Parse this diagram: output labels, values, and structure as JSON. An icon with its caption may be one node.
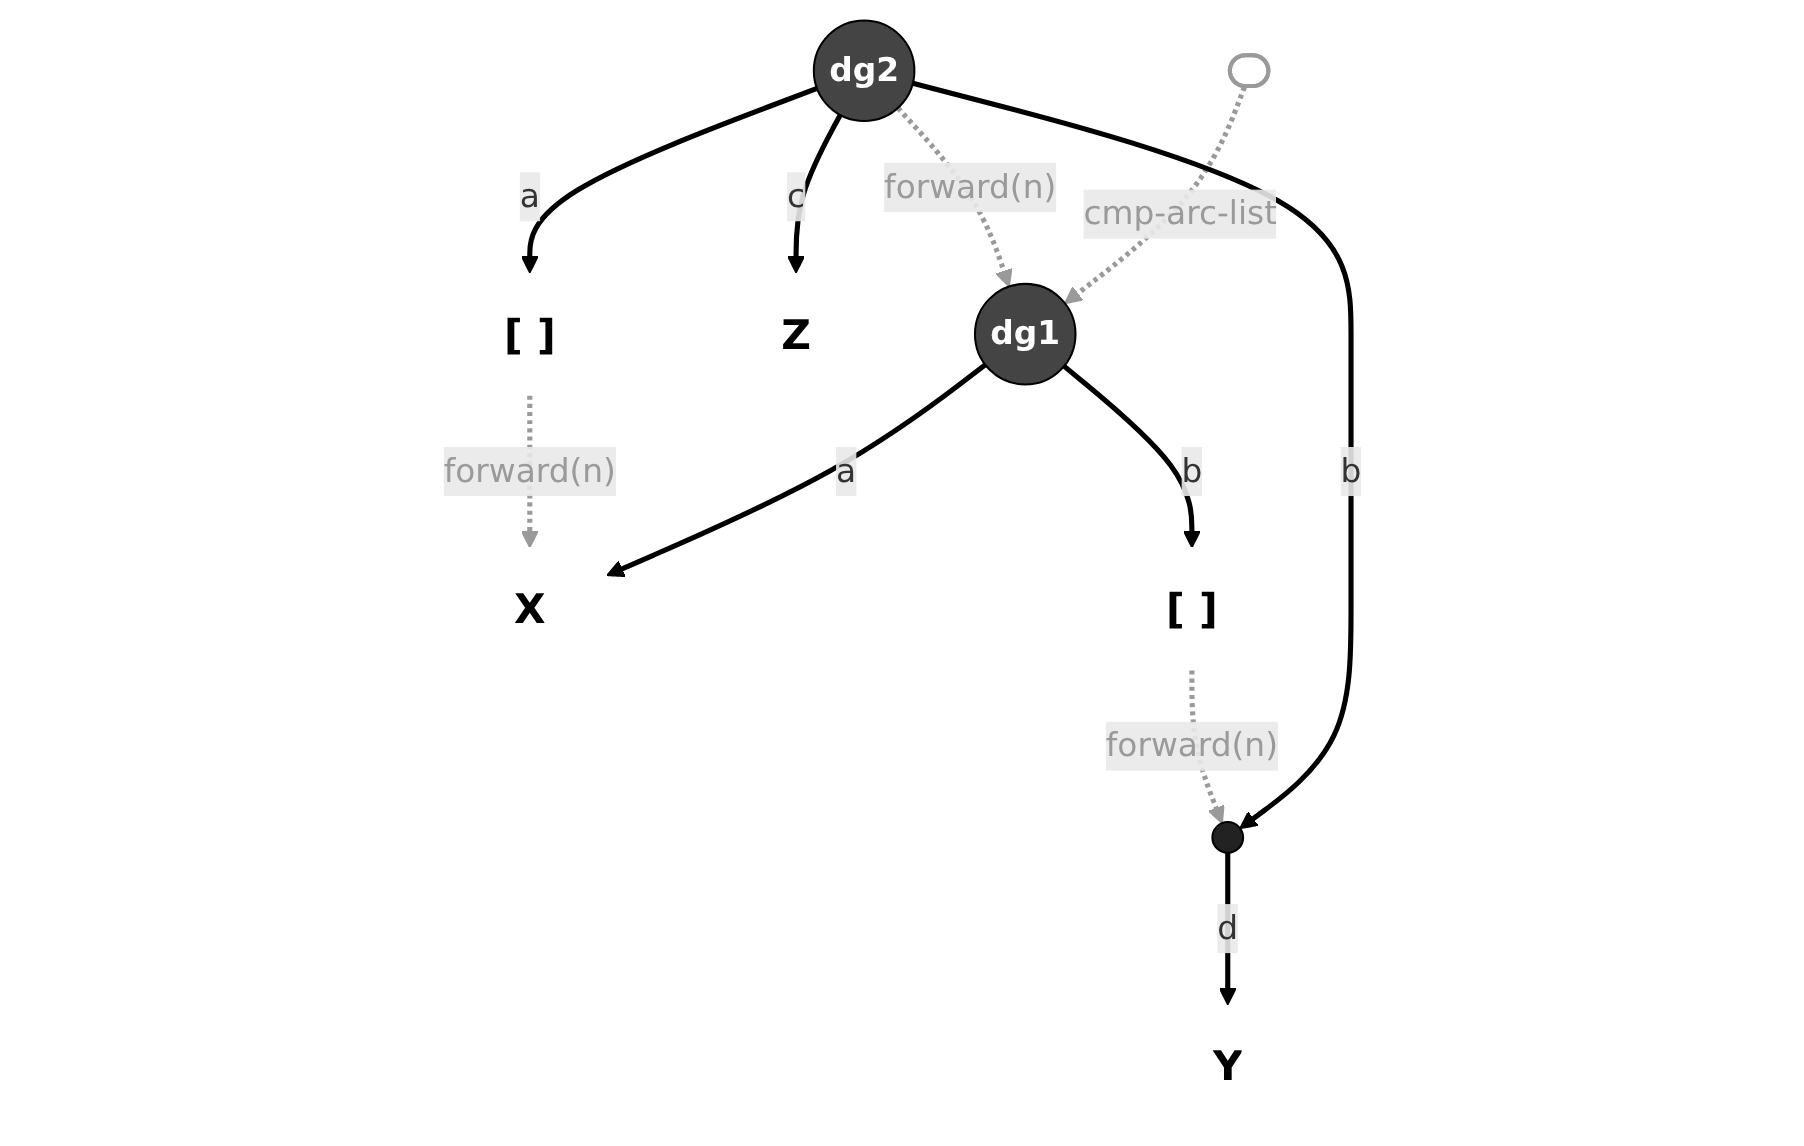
{
  "diagram": {
    "nodes": [
      {
        "text": [
          "dg1"
        ]
      },
      {
        "text": [
          "X"
        ]
      },
      {
        "text": [
          "[ ]"
        ]
      },
      {
        "text": [
          "dg2"
        ]
      },
      {
        "text": [],
        "shape": "loop"
      },
      {
        "text": [
          "Z"
        ]
      },
      {
        "text": [
          "[ ]"
        ]
      },
      {
        "text": [],
        "shape": "circle"
      },
      {
        "text": [
          "Y"
        ]
      }
    ],
    "edges": [
      {
        "from": 4,
        "to": 0,
        "arrow": "to",
        "label": "cmp-arc-list",
        "style": "dashed",
        "color": "#9a9a9a"
      },
      {
        "from": 3,
        "to": 0,
        "arrow": "to",
        "label": "forward(n)",
        "style": "dashed",
        "color": "#9a9a9a"
      },
      {
        "from": 0,
        "to": 1,
        "arrow": "to",
        "label": "a"
      },
      {
        "from": 0,
        "to": 2,
        "arrow": "to",
        "label": "b"
      },
      {
        "from": 3,
        "to": 6,
        "arrow": "to",
        "label": "a"
      },
      {
        "from": 3,
        "to": 7,
        "arrow": "to",
        "label": "b"
      },
      {
        "from": 3,
        "to": 5,
        "arrow": "to",
        "label": "c"
      },
      {
        "from": 7,
        "to": 8,
        "arrow": "to",
        "label": "d"
      },
      {
        "from": 2,
        "to": 7,
        "arrow": "to",
        "label": "forward(n)",
        "style": "dashed",
        "color": "#9a9a9a"
      },
      {
        "from": 6,
        "to": 1,
        "arrow": "to",
        "label": "forward(n)",
        "style": "dashed",
        "color": "#9a9a9a"
      }
    ]
  }
}
